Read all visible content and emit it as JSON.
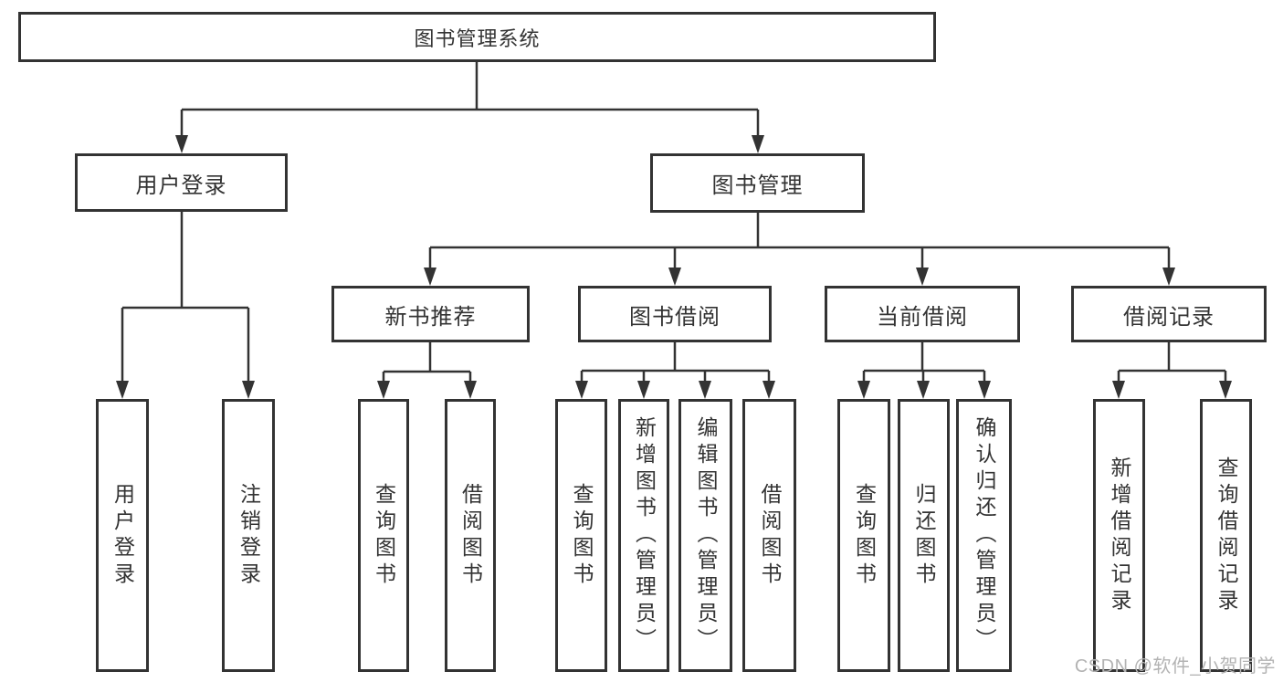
{
  "colors": {
    "line": "#333333",
    "box_background": "#ffffff",
    "text": "#333333",
    "watermark": "#b3b3b3"
  },
  "watermark": {
    "text": "CSDN @软件_小贺同学"
  },
  "nodes": {
    "root": {
      "label": "图书管理系统"
    },
    "user_login_group": {
      "label": "用户登录"
    },
    "book_mgmt_group": {
      "label": "图书管理"
    },
    "new_book_rec": {
      "label": "新书推荐"
    },
    "book_borrow": {
      "label": "图书借阅"
    },
    "current_borrow": {
      "label": "当前借阅"
    },
    "borrow_record": {
      "label": "借阅记录"
    },
    "login": {
      "label": "用户登录"
    },
    "logout": {
      "label": "注销登录"
    },
    "nb_query_book": {
      "label": "查询图书"
    },
    "nb_borrow_book": {
      "label": "借阅图书"
    },
    "bb_query_book": {
      "label": "查询图书"
    },
    "bb_add_book": {
      "label": "新增图书（管理员）"
    },
    "bb_edit_book": {
      "label": "编辑图书（管理员）"
    },
    "bb_borrow_book": {
      "label": "借阅图书"
    },
    "cb_query_book": {
      "label": "查询图书"
    },
    "cb_return_book": {
      "label": "归还图书"
    },
    "cb_confirm_return": {
      "label": "确认归还（管理员）"
    },
    "br_add_record": {
      "label": "新增借阅记录"
    },
    "br_query_record": {
      "label": "查询借阅记录"
    }
  },
  "hierarchy_note": "图书管理系统 > [用户登录 > (用户登录, 注销登录)], [图书管理 > 新书推荐(查询图书,借阅图书), 图书借阅(查询图书,新增图书（管理员）,编辑图书（管理员）,借阅图书), 当前借阅(查询图书,归还图书,确认归还（管理员）), 借阅记录(新增借阅记录,查询借阅记录)]"
}
